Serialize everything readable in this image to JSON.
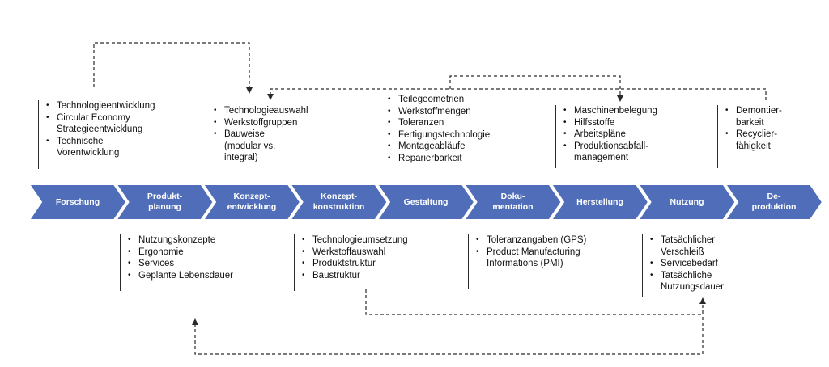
{
  "colors": {
    "chevron": "#4f6db8",
    "chevron_text": "#ffffff",
    "line": "#2a2a2a"
  },
  "process": {
    "steps": [
      {
        "label": "Forschung"
      },
      {
        "label": "Produkt-\nplanung"
      },
      {
        "label": "Konzept-\nentwicklung"
      },
      {
        "label": "Konzept-\nkonstruktion"
      },
      {
        "label": "Gestaltung"
      },
      {
        "label": "Doku-\nmentation"
      },
      {
        "label": "Herstellung"
      },
      {
        "label": "Nutzung"
      },
      {
        "label": "De-\nproduktion"
      }
    ]
  },
  "top_boxes": [
    {
      "items": [
        "Technologieentwicklung",
        "Circular Economy\nStrategieentwicklung",
        "Technische\nVorentwicklung"
      ]
    },
    {
      "items": [
        "Technologieauswahl",
        "Werkstoffgruppen",
        "Bauweise\n(modular vs.\nintegral)"
      ]
    },
    {
      "items": [
        "Teilegeometrien",
        "Werkstoffmengen",
        "Toleranzen",
        "Fertigungstechnologie",
        "Montageabläufe",
        "Reparierbarkeit"
      ]
    },
    {
      "items": [
        "Maschinenbelegung",
        "Hilfsstoffe",
        "Arbeitspläne",
        "Produktionsabfall-\nmanagement"
      ]
    },
    {
      "items": [
        "Demontier-\nbarkeit",
        "Recyclier-\nfähigkeit"
      ]
    }
  ],
  "bottom_boxes": [
    {
      "items": [
        "Nutzungskonzepte",
        "Ergonomie",
        "Services",
        "Geplante Lebensdauer"
      ]
    },
    {
      "items": [
        "Technologieumsetzung",
        "Werkstoffauswahl",
        "Produktstruktur",
        "Baustruktur"
      ]
    },
    {
      "items": [
        "Toleranzangaben (GPS)",
        "Product Manufacturing\nInformations (PMI)"
      ]
    },
    {
      "items": [
        "Tatsächlicher\nVerschleiß",
        "Servicebedarf",
        "Tatsächliche\nNutzungsdauer"
      ]
    }
  ]
}
